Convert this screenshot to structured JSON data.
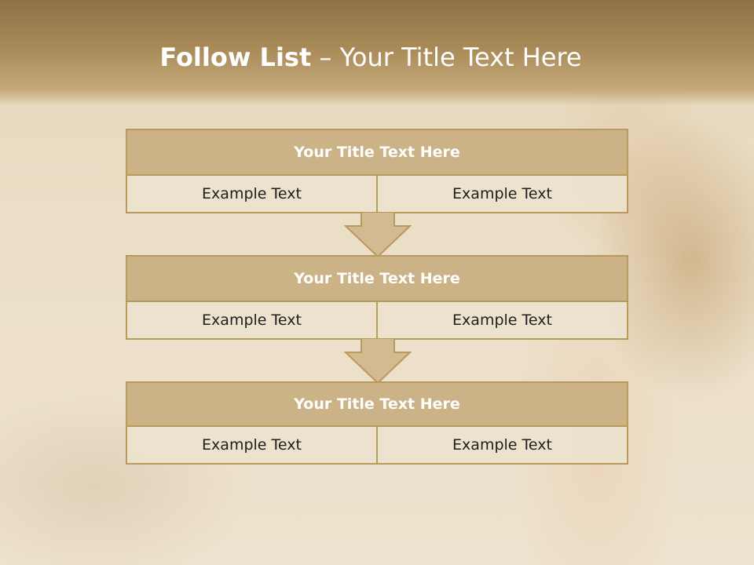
{
  "slide": {
    "title_bold": "Follow List",
    "title_rest": "– Your Title Text Here",
    "colors": {
      "band": "#a88a58",
      "box_header": "#cbb387",
      "box_border": "#b8995e",
      "arrow_fill": "#d2bb90"
    },
    "steps": [
      {
        "header": "Your Title Text Here",
        "left": "Example Text",
        "right": "Example Text"
      },
      {
        "header": "Your Title Text Here",
        "left": "Example Text",
        "right": "Example Text"
      },
      {
        "header": "Your Title Text Here",
        "left": "Example Text",
        "right": "Example Text"
      }
    ],
    "arrow_icon": "down-arrow-icon"
  }
}
